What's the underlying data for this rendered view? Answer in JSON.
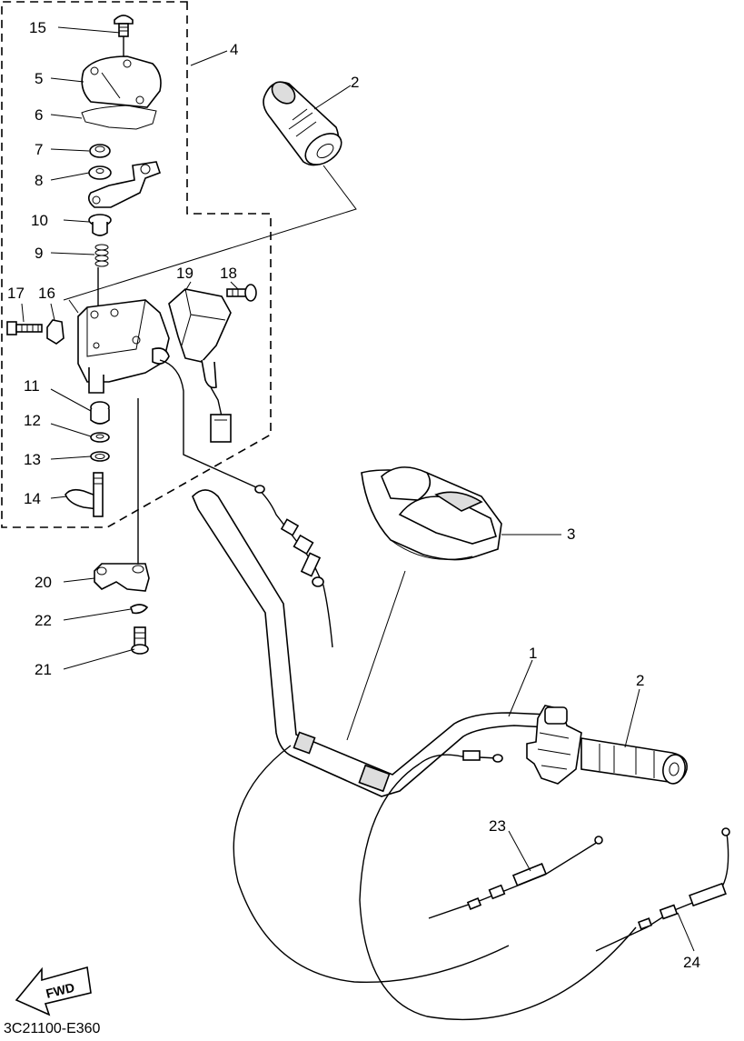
{
  "diagram": {
    "diagram_code": "3C21100-E360",
    "fwd_label": "FWD",
    "callouts": {
      "c1": "1",
      "c2a": "2",
      "c2b": "2",
      "c3": "3",
      "c4": "4",
      "c5": "5",
      "c6": "6",
      "c7": "7",
      "c8": "8",
      "c9": "9",
      "c10": "10",
      "c11": "11",
      "c12": "12",
      "c13": "13",
      "c14": "14",
      "c15": "15",
      "c16": "16",
      "c17": "17",
      "c18": "18",
      "c19": "19",
      "c20": "20",
      "c21": "21",
      "c22": "22",
      "c23": "23",
      "c24": "24"
    }
  }
}
